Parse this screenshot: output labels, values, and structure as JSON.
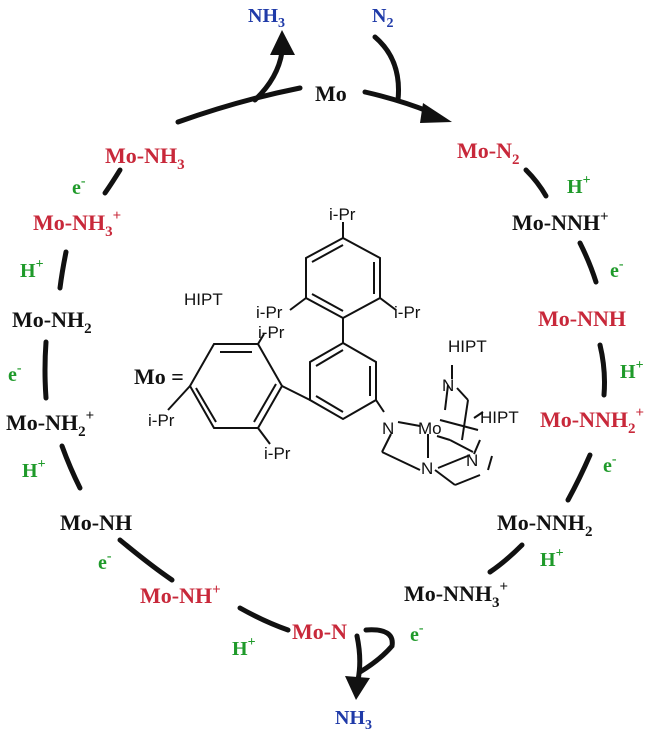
{
  "colors": {
    "black": "#111111",
    "red": "#c8283a",
    "green": "#1f9a2a",
    "blue": "#1f3aa8"
  },
  "top": {
    "mo": "Mo",
    "nh3_out": {
      "base": "NH",
      "sub": "3"
    },
    "n2_in": {
      "base": "N",
      "sub": "2"
    }
  },
  "bottom": {
    "nh3_out": {
      "base": "NH",
      "sub": "3"
    }
  },
  "left_cycle": {
    "mo_nh3": {
      "base": "Mo-NH",
      "sub": "3"
    },
    "e1": {
      "base": "e",
      "sup": "-"
    },
    "mo_nh3_plus": {
      "base": "Mo-NH",
      "sub": "3",
      "sup": "+"
    },
    "h1": {
      "base": "H",
      "sup": "+"
    },
    "mo_nh2": {
      "base": "Mo-NH",
      "sub": "2"
    },
    "e2": {
      "base": "e",
      "sup": "-"
    },
    "mo_nh2_plus": {
      "base": "Mo-NH",
      "sub": "2",
      "sup": "+"
    },
    "h2": {
      "base": "H",
      "sup": "+"
    },
    "mo_nh": "Mo-NH",
    "e3": {
      "base": "e",
      "sup": "-"
    },
    "mo_nh_plus": {
      "base": "Mo-NH",
      "sup": "+"
    },
    "h3": {
      "base": "H",
      "sup": "+"
    },
    "mo_n": "Mo-N"
  },
  "right_cycle": {
    "mo_n2": {
      "base": "Mo-N",
      "sub": "2"
    },
    "h1": {
      "base": "H",
      "sup": "+"
    },
    "mo_nnh_plus": {
      "base": "Mo-NNH",
      "sup": "+"
    },
    "e1": {
      "base": "e",
      "sup": "-"
    },
    "mo_nnh": "Mo-NNH",
    "h2": {
      "base": "H",
      "sup": "+"
    },
    "mo_nnh2_plus": {
      "base": "Mo-NNH",
      "sub": "2",
      "sup": "+"
    },
    "e2": {
      "base": "e",
      "sup": "-"
    },
    "mo_nnh2": {
      "base": "Mo-NNH",
      "sub": "2"
    },
    "h3": {
      "base": "H",
      "sup": "+"
    },
    "mo_nnh3_plus": {
      "base": "Mo-NNH",
      "sub": "3",
      "sup": "+"
    },
    "e3": {
      "base": "e",
      "sup": "-"
    }
  },
  "structure": {
    "mo_equals": "Mo =",
    "hipt_label": "HIPT",
    "ipr": "i-Pr",
    "n": "N",
    "mo": "Mo",
    "hipt": "HIPT"
  }
}
